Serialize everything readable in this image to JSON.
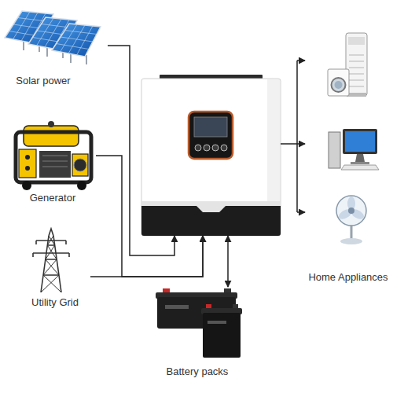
{
  "diagram": {
    "nodes": [
      {
        "text": [
          "Solar power"
        ]
      },
      {
        "text": [
          "Generator"
        ]
      },
      {
        "text": [
          "Utility Grid"
        ]
      },
      {
        "text": []
      },
      {
        "text": [
          "Home Appliances"
        ]
      },
      {
        "text": [
          "Battery packs"
        ]
      }
    ],
    "edges": [
      {
        "from": 0,
        "to": 3,
        "arrow": "to"
      },
      {
        "from": 1,
        "to": 3,
        "arrow": "to"
      },
      {
        "from": 2,
        "to": 3,
        "arrow": "to"
      },
      {
        "from": 3,
        "to": 4,
        "arrow": "to"
      },
      {
        "from": 3,
        "to": 5,
        "arrow": "both"
      }
    ]
  }
}
